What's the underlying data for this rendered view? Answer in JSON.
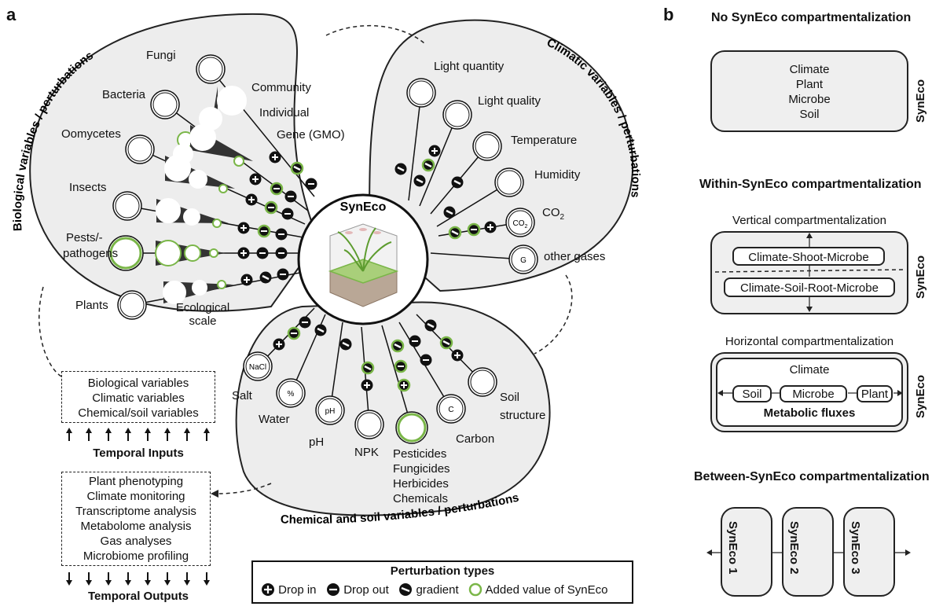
{
  "panel_a": {
    "letter": "a",
    "center_label": "SynEco",
    "sections": {
      "biological": "Biological variables / perturbations",
      "climatic": "Climatic variables / perturbations",
      "chemical": "Chemical and soil variables / perturbations"
    },
    "biological_items": [
      "Fungi",
      "Bacteria",
      "Oomycetes",
      "Insects",
      "Pests/-",
      "pathogens",
      "Plants"
    ],
    "scale_labels": [
      "Community",
      "Individual",
      "Gene (GMO)"
    ],
    "ecological_scale": [
      "Ecological",
      "scale"
    ],
    "climatic_items": [
      "Light quantity",
      "Light quality",
      "Temperature",
      "Humidity",
      "CO",
      "2",
      "other gases"
    ],
    "climatic_icon_text": {
      "co2": "CO",
      "co2_sub": "2",
      "gas": "G"
    },
    "chemical_items": [
      "Salt",
      "Water",
      "pH",
      "NPK",
      "Carbon",
      "Soil",
      "structure"
    ],
    "chemical_multi": [
      "Pesticides",
      "Fungicides",
      "Herbicides",
      "Chemicals"
    ],
    "chemical_icon_text": {
      "nacl": "NaCl",
      "ph": "pH",
      "carbon": "C",
      "water": "%"
    },
    "inputs_box": [
      "Biological variables",
      "Climatic variables",
      "Chemical/soil variables"
    ],
    "temporal_inputs": "Temporal Inputs",
    "outputs_box": [
      "Plant phenotyping",
      "Climate monitoring",
      "Transcriptome analysis",
      "Metabolome analysis",
      "Gas analyses",
      "Microbiome profiling"
    ],
    "temporal_outputs": "Temporal Outputs",
    "legend": {
      "title": "Perturbation types",
      "drop_in": "Drop in",
      "drop_out": "Drop out",
      "gradient": "gradient",
      "added_value": "Added value of SynEco"
    }
  },
  "panel_b": {
    "letter": "b",
    "no_comp": {
      "title": "No SynEco compartmentalization",
      "items": [
        "Climate",
        "Plant",
        "Microbe",
        "Soil"
      ],
      "side": "SynEco"
    },
    "within_title": "Within-SynEco compartmentalization",
    "vertical": {
      "title": "Vertical compartmentalization",
      "top": "Climate-Shoot-Microbe",
      "bottom": "Climate-Soil-Root-Microbe",
      "side": "SynEco"
    },
    "horizontal": {
      "title": "Horizontal compartmentalization",
      "climate": "Climate",
      "soil": "Soil",
      "microbe": "Microbe",
      "plant": "Plant",
      "flux": "Metabolic fluxes",
      "side": "SynEco"
    },
    "between": {
      "title": "Between-SynEco compartmentalization",
      "units": [
        "SynEco 1",
        "SynEco 2",
        "SynEco 3"
      ]
    }
  },
  "colors": {
    "petal_fill": "#ededed",
    "added_value_green": "#7ab648",
    "ink": "#111111",
    "ground": "#6f5a4a"
  }
}
